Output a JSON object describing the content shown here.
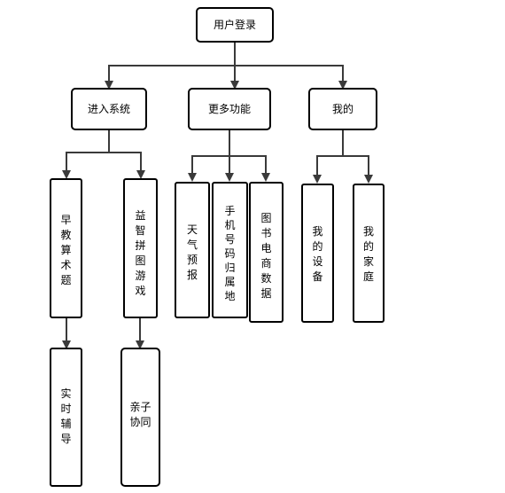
{
  "diagram": {
    "root": {
      "label": "用户登录"
    },
    "level1": [
      {
        "label": "进入系统"
      },
      {
        "label": "更多功能"
      },
      {
        "label": "我的"
      }
    ],
    "level2": [
      {
        "label": "早教算术题"
      },
      {
        "label": "益智拼图游戏"
      },
      {
        "label": "天气预报"
      },
      {
        "label": "手机号码归属地"
      },
      {
        "label": "图书电商数据"
      },
      {
        "label": "我的设备"
      },
      {
        "label": "我的家庭"
      }
    ],
    "level3": [
      {
        "label": "实时辅导"
      },
      {
        "label": "亲子协同"
      }
    ]
  },
  "colors": {
    "stroke": "#000000",
    "edge": "#3a3a3a",
    "fill": "#ffffff"
  }
}
